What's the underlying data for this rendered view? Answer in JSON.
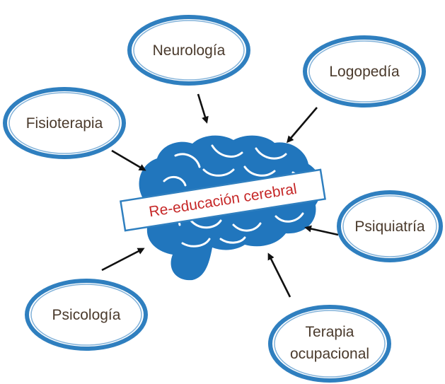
{
  "center": {
    "label": "Re-educación cerebral"
  },
  "nodes": [
    {
      "id": "neurologia",
      "lines": [
        "Neurología"
      ]
    },
    {
      "id": "logopedia",
      "lines": [
        "Logopedía"
      ]
    },
    {
      "id": "fisioterapia",
      "lines": [
        "Fisioterapia"
      ]
    },
    {
      "id": "psiquiatria",
      "lines": [
        "Psiquiatría"
      ]
    },
    {
      "id": "psicologia",
      "lines": [
        "Psicología"
      ]
    },
    {
      "id": "terapia-ocupacional",
      "lines": [
        "Terapia",
        "ocupacional"
      ]
    }
  ],
  "colors": {
    "accent": "#2f7fbf",
    "brain": "#2176bd",
    "text": "#4a3a2c",
    "center_text": "#c62828",
    "arrow": "#111111"
  }
}
